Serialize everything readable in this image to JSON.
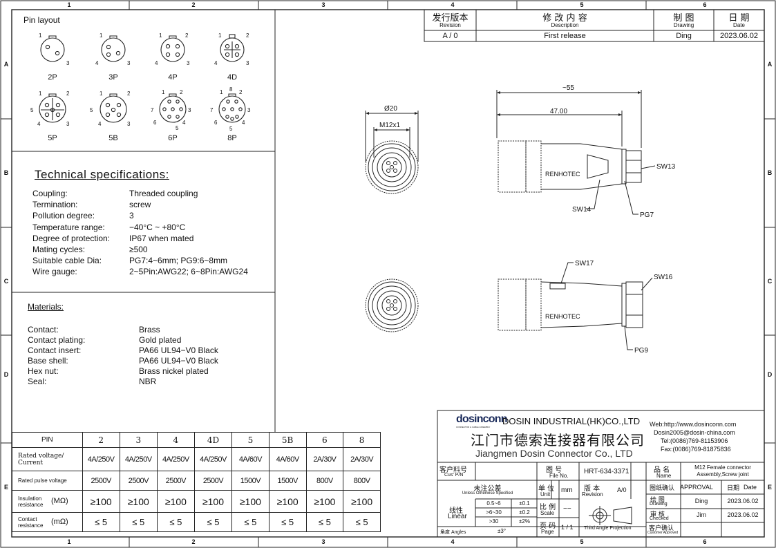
{
  "frame": {
    "columns": [
      "1",
      "2",
      "3",
      "4",
      "5",
      "6"
    ],
    "rows": [
      "A",
      "B",
      "C",
      "D",
      "E"
    ]
  },
  "revision": {
    "headers": [
      {
        "cn": "发行版本",
        "en": "Revision"
      },
      {
        "cn": "修 改 内 容",
        "en": "Description"
      },
      {
        "cn": "制 图",
        "en": "Drawing"
      },
      {
        "cn": "日 期",
        "en": "Date"
      }
    ],
    "row": {
      "revision": "A / 0",
      "description": "First release",
      "drawing": "Ding",
      "date": "2023.06.02"
    }
  },
  "pin_layout": {
    "title": "Pin layout",
    "items": [
      {
        "label": "2P",
        "nums": [
          "1",
          "",
          "3",
          ""
        ]
      },
      {
        "label": "3P",
        "nums": [
          "1",
          "4",
          "3",
          ""
        ]
      },
      {
        "label": "4P",
        "nums": [
          "1",
          "4",
          "3",
          "2"
        ]
      },
      {
        "label": "4D",
        "nums": [
          "1",
          "4",
          "3",
          "2"
        ]
      },
      {
        "label": "5P",
        "nums": [
          "1",
          "4",
          "3",
          "2",
          "5"
        ]
      },
      {
        "label": "5B",
        "nums": [
          "1",
          "4",
          "3",
          "2",
          "5"
        ]
      },
      {
        "label": "6P",
        "nums": [
          "1",
          "2",
          "3",
          "4",
          "5",
          "6",
          "7"
        ]
      },
      {
        "label": "8P",
        "nums": [
          "1",
          "2",
          "3",
          "4",
          "5",
          "6",
          "7",
          "8"
        ]
      }
    ]
  },
  "technical": {
    "title": "Technical specifications:",
    "rows": [
      {
        "k": "Coupling:",
        "v": "Threaded coupling"
      },
      {
        "k": "Termination:",
        "v": "screw"
      },
      {
        "k": "Pollution degree:",
        "v": "3"
      },
      {
        "k": "Temperature range:",
        "v": "−40°C ~ +80°C"
      },
      {
        "k": "Degree of protection:",
        "v": "IP67 when mated"
      },
      {
        "k": "Mating cycles:",
        "v": "≥500"
      },
      {
        "k": "Suitable cable Dia:",
        "v": "PG7:4~6mm; PG9:6~8mm"
      },
      {
        "k": "Wire gauge:",
        "v": "2~5Pin:AWG22; 6~8Pin:AWG24"
      }
    ]
  },
  "materials": {
    "title": "Materials:",
    "rows": [
      {
        "k": "Contact:",
        "v": "Brass"
      },
      {
        "k": "Contact plating:",
        "v": "Gold plated"
      },
      {
        "k": "Contact insert:",
        "v": "PA66 UL94−V0 Black"
      },
      {
        "k": "Base shell:",
        "v": "PA66 UL94−V0 Black"
      },
      {
        "k": "Hex nut:",
        "v": "Brass nickel plated"
      },
      {
        "k": "Seal:",
        "v": "NBR"
      }
    ]
  },
  "ratings": {
    "pin_header": "PIN",
    "pins": [
      "2",
      "3",
      "4",
      "4D",
      "5",
      "5B",
      "6",
      "8"
    ],
    "rows": [
      {
        "label": "Rated voltage/ Current",
        "unit": "",
        "values": [
          "4A/250V",
          "4A/250V",
          "4A/250V",
          "4A/250V",
          "4A/60V",
          "4A/60V",
          "2A/30V",
          "2A/30V"
        ]
      },
      {
        "label": "Rated pulse voltage",
        "unit": "",
        "values": [
          "2500V",
          "2500V",
          "2500V",
          "2500V",
          "1500V",
          "1500V",
          "800V",
          "800V"
        ]
      },
      {
        "label": "Insulation resistance",
        "unit": "(MΩ)",
        "values": [
          "≥100",
          "≥100",
          "≥100",
          "≥100",
          "≥100",
          "≥100",
          "≥100",
          "≥100"
        ]
      },
      {
        "label": "Contact resistance",
        "unit": "(mΩ)",
        "values": [
          "≤ 5",
          "≤ 5",
          "≤ 5",
          "≤ 5",
          "≤ 5",
          "≤ 5",
          "≤ 5",
          "≤ 5"
        ]
      }
    ]
  },
  "drawing": {
    "dims": {
      "dia": "Ø20",
      "thread": "M12x1",
      "overall": "~55",
      "length": "47.00"
    },
    "callouts": {
      "sw13": "SW13",
      "sw14": "SW14",
      "pg7": "PG7",
      "sw17": "SW17",
      "sw16": "SW16",
      "pg9": "PG9"
    },
    "body_text": "RENHOTEC"
  },
  "title_block": {
    "logo": "dosinconn",
    "logo_sub": "CONNECTOR & CABLE ASSEMBLY",
    "company_en": "DOSIN INDUSTRIAL(HK)CO.,LTD",
    "company_cn": "江门市德索连接器有限公司",
    "company_en2": "Jiangmen Dosin Connector Co., LTD",
    "web": "Web:http://www.dosinconn.com",
    "email": "Dosin2005@dosin-china.com",
    "tel": "Tel:(0086)769-81153906",
    "fax": "Fax:(0086)769-81875836",
    "cust_pn_cn": "客户料号",
    "cust_pn_en": "Cus' P/N",
    "file_no_cn": "图 号",
    "file_no_en": "File No.",
    "file_no": "HRT-634-3371",
    "name_cn": "品 名",
    "name_en": "Name",
    "name": "M12 Female connector Assembly,Screw joint",
    "tol_cn": "未注公差",
    "tol_en": "Unless Otherwise Specified",
    "linear_cn": "线性",
    "linear_en": "Linear",
    "tol_rows": [
      {
        "r": "0.5~6",
        "t": "±0.1"
      },
      {
        "r": ">6~30",
        "t": "±0.2"
      },
      {
        "r": ">30",
        "t": "±2%"
      }
    ],
    "angles_cn": "角度 Angles",
    "angles": "±3°",
    "unit_cn": "单 位",
    "unit_en": "Unit",
    "unit": "mm",
    "rev_cn": "版 本",
    "rev_en": "Revision",
    "rev": "A/0",
    "scale_cn": "比 例",
    "scale_en": "Scale",
    "scale": "−−",
    "page_cn": "页 码",
    "page_en": "Page",
    "page": "1 / 1",
    "projection": "Third Angle Projection",
    "approval_cn": "图纸确认",
    "approval_en": "APPROVAL",
    "date_cn": "日期",
    "date_en": "Date",
    "drawing_cn": "绘 图",
    "drawing_en": "Drawing",
    "drawing_name": "Ding",
    "drawing_date": "2023.06.02",
    "checked_cn": "审 核",
    "checked_en": "Checked",
    "checked_name": "Jim",
    "checked_date": "2023.06.02",
    "customer_cn": "客户确认",
    "customer_en": "Customer Approved"
  }
}
